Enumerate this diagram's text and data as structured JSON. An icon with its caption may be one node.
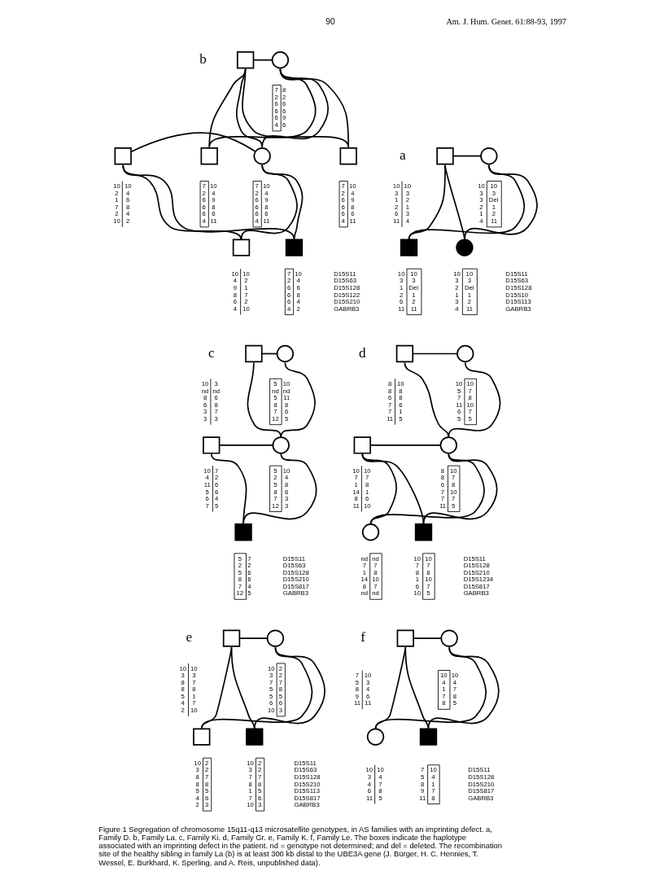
{
  "diagram": {
    "caption": "Figure 1 Segregation of chromosome 15q11-q13 microsatellite genotypes, in AS families with an imprinting defect. a, Family D. b, Family La. c, Family Ki. d, Family Gr. e, Family K. f, Family Le. The boxes indicate the haplotype associated with an imprinting defect in the patient. nd = genotype not determined; and del = deleted. The recombination site of the healthy sibling in family La (b) is at least 300 kb distal to the UBE3A gene (J. Bürger, H. C. Hennies, T. Wessel, E. Burkhard, K. Sperling, and A. Reis, unpublished data).",
    "nodes": [
      {
        "text": [],
        "shape": "box",
        "beside": [
          "10 3 1 2 6 11",
          "10 3 2 1 3 4"
        ]
      },
      {
        "text": [],
        "shape": "circle",
        "beside": [
          "10 3 3 2 1 4",
          "10 3 Del 1 2 11"
        ]
      },
      {
        "text": [],
        "shape": "box",
        "beside": [
          "10 3 1 2 6 11",
          "10 3 Del 1 2 11"
        ]
      },
      {
        "text": [],
        "shape": "circle",
        "beside": [
          "10 3 2 1 3 4",
          "10 3 Del 1 2 11"
        ]
      },
      {
        "text": [],
        "shape": "box"
      },
      {
        "text": [],
        "shape": "circle",
        "beside": [
          "7 2 6 6 6 4",
          "8 2 6 6 9 6"
        ]
      },
      {
        "text": [],
        "shape": "box",
        "beside": [
          "10 2 1 7 2 10",
          "10 4 6 8 4 2"
        ]
      },
      {
        "text": [],
        "shape": "circle",
        "beside": [
          "7 2 6 6 6 4",
          "10 4 9 8 6 11"
        ]
      },
      {
        "text": [],
        "shape": "box",
        "beside": [
          "7 2 6 6 6 4",
          "10 4 9 8 6 11"
        ]
      },
      {
        "text": [],
        "shape": "box",
        "beside": [
          "7 2 6 6 6 4",
          "10 4 9 8 6 11"
        ]
      },
      {
        "text": [],
        "shape": "box",
        "beside": [
          "10 4 9 8 6 4",
          "10 2 1 7 2 10"
        ]
      },
      {
        "text": [],
        "shape": "box",
        "beside": [
          "7 2 6 6 6 4",
          "10 4 6 8 4 2"
        ]
      },
      {
        "text": [],
        "shape": "box",
        "beside": [
          "10 nd 8 6 3 3",
          "3 nd 6 8 7 3"
        ]
      },
      {
        "text": [],
        "shape": "circle",
        "beside": [
          "5 nd 5 8 7 12",
          "10 nd 11 8 6 5"
        ]
      },
      {
        "text": [],
        "shape": "box",
        "beside": [
          "10 4 11 5 6 7",
          "7 2 6 6 4 5"
        ]
      },
      {
        "text": [],
        "shape": "circle",
        "beside": [
          "5 2 5 8 7 12",
          "10 4 8 6 3 3"
        ]
      },
      {
        "text": [],
        "shape": "box",
        "beside": [
          "5 2 5 8 7 12",
          "7 2 6 6 4 5"
        ]
      },
      {
        "text": [],
        "shape": "box",
        "beside": [
          "8 8 6 7 7 11",
          "10 8 8 6 1 5"
        ]
      },
      {
        "text": [],
        "shape": "circle",
        "beside": [
          "10 5 7 11 6 5",
          "10 7 8 10 7 5"
        ]
      },
      {
        "text": [],
        "shape": "box",
        "beside": [
          "10 7 1 14 8 11",
          "10 7 8 1 6 10"
        ]
      },
      {
        "text": [],
        "shape": "circle",
        "beside": [
          "8 8 6 7 7 11",
          "10 7 8 10 7 5"
        ]
      },
      {
        "text": [],
        "shape": "circle",
        "beside": [
          "nd 7 1 14 8 nd",
          "nd 7 8 10 7 nd"
        ]
      },
      {
        "text": [],
        "shape": "box",
        "beside": [
          "10 7 8 1 6 10",
          "10 7 8 10 7 5"
        ]
      },
      {
        "text": [],
        "shape": "box",
        "beside": [
          "10 3 8 8 5 4 2",
          "10 3 7 8 1 7 10"
        ]
      },
      {
        "text": [],
        "shape": "circle",
        "beside": [
          "10 3 7 5 5 6 10",
          "2 2 7 8 5 6 3"
        ]
      },
      {
        "text": [],
        "shape": "box",
        "beside": [
          "10 3 8 8 5 4 2",
          "2 2 7 8 5 6 3"
        ]
      },
      {
        "text": [],
        "shape": "box",
        "beside": [
          "10 3 7 8 1 7 10",
          "2 2 7 8 5 6 3"
        ]
      },
      {
        "text": [],
        "shape": "box",
        "beside": [
          "7 5 8 9 11",
          "10 3 4 6 11"
        ]
      },
      {
        "text": [],
        "shape": "circle",
        "beside": [
          "10 4 1 7 8",
          "10 4 7 8 5"
        ]
      },
      {
        "text": [],
        "shape": "circle",
        "beside": [
          "10 3 4 6 11",
          "10 4 7 8 5"
        ]
      },
      {
        "text": [],
        "shape": "box",
        "beside": [
          "7 5 8 9 11",
          "10 4 1 7 8"
        ]
      }
    ],
    "edges": [
      {
        "from": 0,
        "to": 1,
        "arrow": "none"
      },
      {
        "from": 0,
        "to": 2,
        "arrow": "none"
      },
      {
        "from": 1,
        "to": 2,
        "arrow": "none"
      },
      {
        "from": 0,
        "to": 3,
        "arrow": "none"
      },
      {
        "from": 1,
        "to": 3,
        "arrow": "none"
      },
      {
        "from": 4,
        "to": 5,
        "arrow": "none"
      },
      {
        "from": 4,
        "to": 7,
        "arrow": "none"
      },
      {
        "from": 5,
        "to": 7,
        "arrow": "none"
      },
      {
        "from": 4,
        "to": 8,
        "arrow": "none"
      },
      {
        "from": 5,
        "to": 8,
        "arrow": "none"
      },
      {
        "from": 4,
        "to": 9,
        "arrow": "none"
      },
      {
        "from": 5,
        "to": 9,
        "arrow": "none"
      },
      {
        "from": 6,
        "to": 7,
        "arrow": "none"
      },
      {
        "from": 6,
        "to": 10,
        "arrow": "none"
      },
      {
        "from": 7,
        "to": 10,
        "arrow": "none"
      },
      {
        "from": 6,
        "to": 11,
        "arrow": "none"
      },
      {
        "from": 7,
        "to": 11,
        "arrow": "none"
      },
      {
        "from": 12,
        "to": 13,
        "arrow": "none"
      },
      {
        "from": 12,
        "to": 15,
        "arrow": "none"
      },
      {
        "from": 13,
        "to": 15,
        "arrow": "none"
      },
      {
        "from": 14,
        "to": 15,
        "arrow": "none"
      },
      {
        "from": 14,
        "to": 16,
        "arrow": "none"
      },
      {
        "from": 15,
        "to": 16,
        "arrow": "none"
      },
      {
        "from": 17,
        "to": 18,
        "arrow": "none"
      },
      {
        "from": 17,
        "to": 20,
        "arrow": "none"
      },
      {
        "from": 18,
        "to": 20,
        "arrow": "none"
      },
      {
        "from": 19,
        "to": 20,
        "arrow": "none"
      },
      {
        "from": 19,
        "to": 21,
        "arrow": "none"
      },
      {
        "from": 20,
        "to": 21,
        "arrow": "none"
      },
      {
        "from": 19,
        "to": 22,
        "arrow": "none"
      },
      {
        "from": 20,
        "to": 22,
        "arrow": "none"
      },
      {
        "from": 23,
        "to": 24,
        "arrow": "none"
      },
      {
        "from": 23,
        "to": 25,
        "arrow": "none"
      },
      {
        "from": 24,
        "to": 25,
        "arrow": "none"
      },
      {
        "from": 23,
        "to": 26,
        "arrow": "none"
      },
      {
        "from": 24,
        "to": 26,
        "arrow": "none"
      },
      {
        "from": 27,
        "to": 28,
        "arrow": "none"
      },
      {
        "from": 27,
        "to": 29,
        "arrow": "none"
      },
      {
        "from": 28,
        "to": 29,
        "arrow": "none"
      },
      {
        "from": 27,
        "to": 30,
        "arrow": "none"
      },
      {
        "from": 28,
        "to": 30,
        "arrow": "none"
      }
    ],
    "labels": [
      "90",
      "Am. J. Hum. Genet. 61:88-93, 1997",
      "a",
      "D15S11 D15S63 D15S128 D15S10 D15S113 GABRB3",
      "b",
      "D15S11 D15S63 D15S128 D15S122 D15S210 GABRB3",
      "c",
      "D15S11 D15S63 D15S128 D15S210 D15S817 GABRB3",
      "d",
      "D15S11 D15S128 D15S210 D15S1234 D15S817 GABRB3",
      "e",
      "D15S11 D15S63 D15S128 D15S210 D15S113 D15S817 GABRB3",
      "f",
      "D15S11 D15S128 D15S210 D15S817 GABRB3"
    ]
  }
}
